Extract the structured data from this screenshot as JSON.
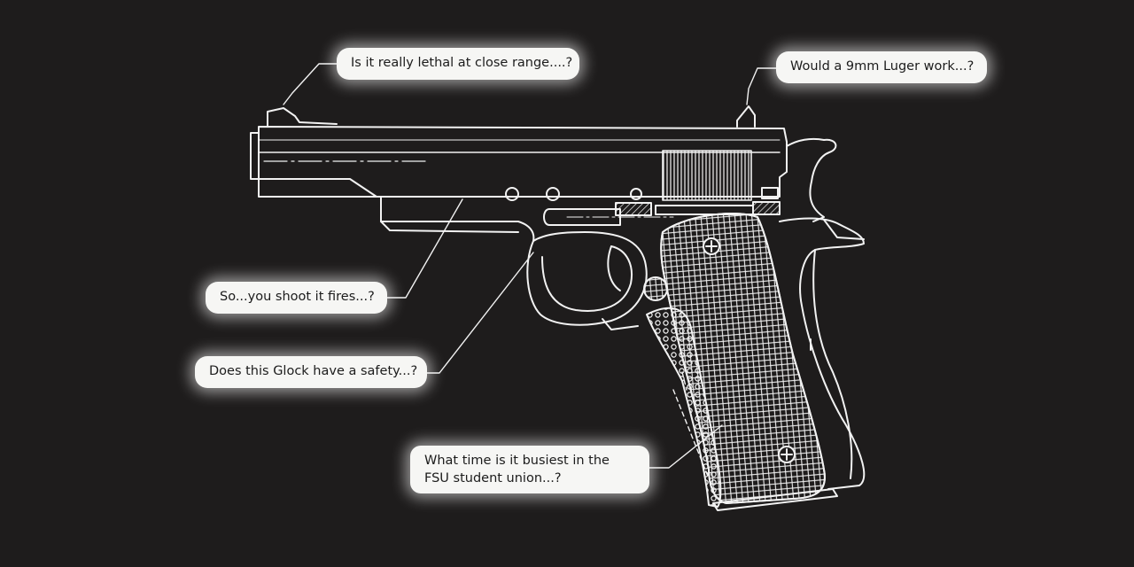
{
  "colors": {
    "background": "#1e1c1c",
    "line_art": "#f2f2f2",
    "bubble_fill": "#f6f6f4",
    "bubble_text": "#1c1c1c"
  },
  "illustration": {
    "subject": "pistol-line-drawing",
    "icon": "pistol-icon"
  },
  "bubbles": [
    {
      "id": "close-range",
      "text": "Is it really lethal at close range....?"
    },
    {
      "id": "9mm-luger",
      "text": "Would a 9mm Luger work...?"
    },
    {
      "id": "shoot-fires",
      "text": "So...you shoot it fires...?"
    },
    {
      "id": "glock-safety",
      "text": "Does this Glock have a safety...?"
    },
    {
      "id": "fsu-union",
      "text": "What time is it busiest in the FSU student union...?"
    }
  ]
}
